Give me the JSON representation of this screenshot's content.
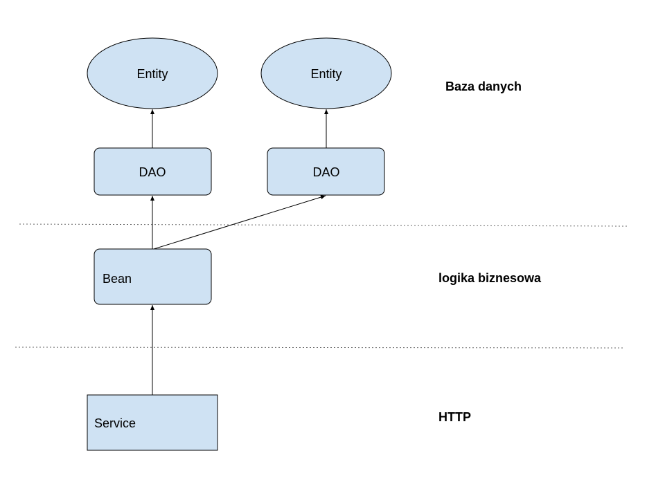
{
  "nodes": {
    "entity_left": {
      "label": "Entity"
    },
    "entity_right": {
      "label": "Entity"
    },
    "dao_left": {
      "label": "DAO"
    },
    "dao_right": {
      "label": "DAO"
    },
    "bean": {
      "label": "Bean"
    },
    "service": {
      "label": "Service"
    }
  },
  "layers": {
    "database": "Baza danych",
    "business_logic": "logika biznesowa",
    "http": "HTTP"
  },
  "colors": {
    "node_fill": "#cfe2f3",
    "node_stroke": "#000000",
    "separator": "#666666",
    "arrow": "#000000"
  }
}
